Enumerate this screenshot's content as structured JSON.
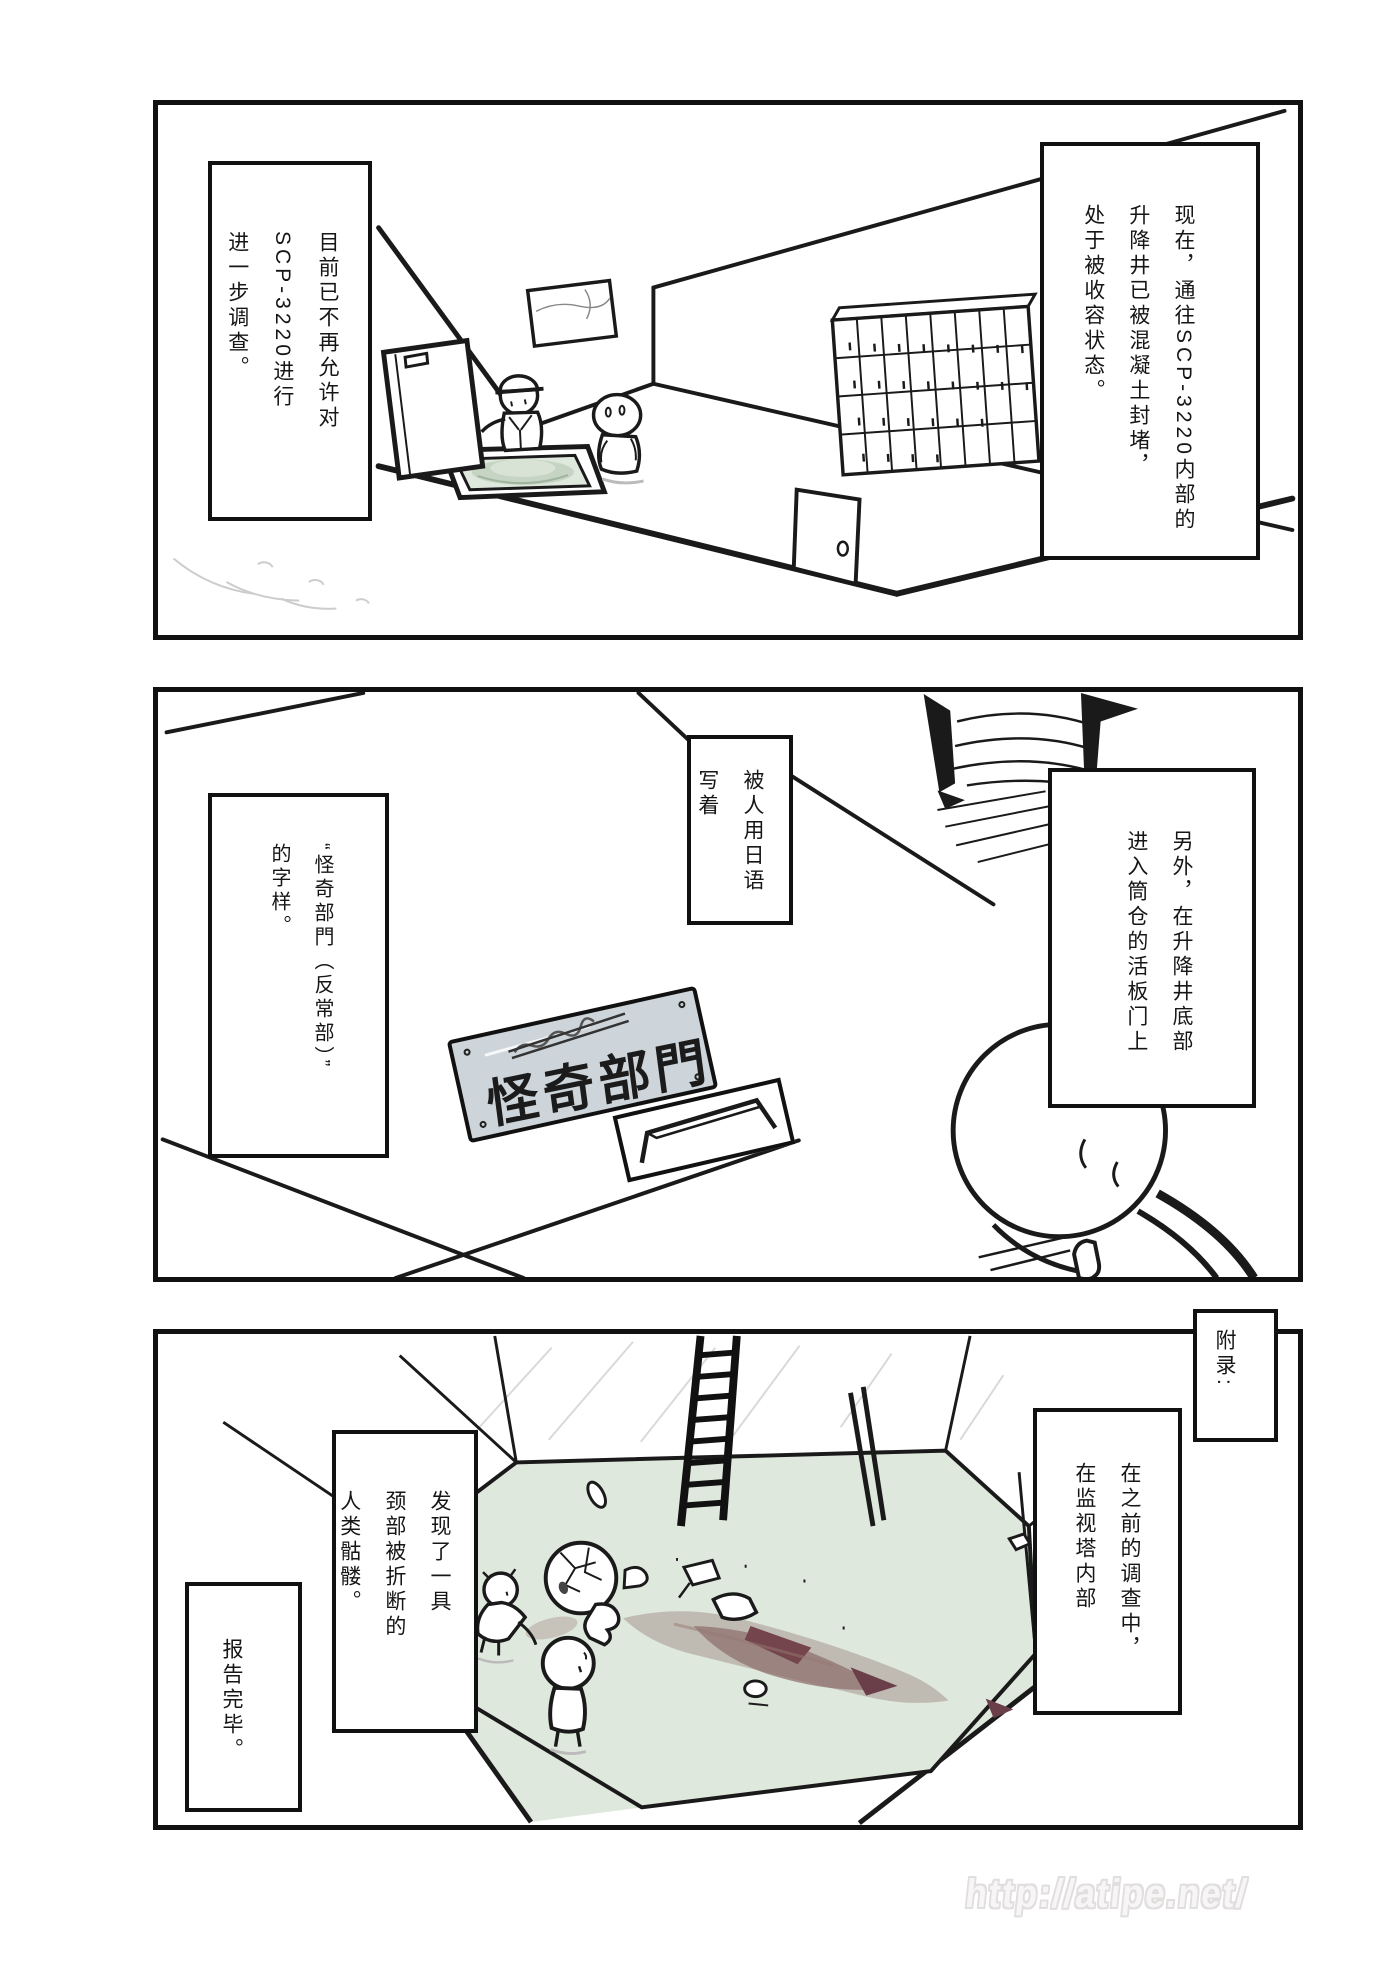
{
  "watermark": {
    "text": "http://atipe.net/"
  },
  "panel1": {
    "box_right": "现在，通往SCP-3220内部的\n升降井已被混凝土封堵，\n处于被收容状态。",
    "box_left": "目前已不再允许对\nSCP-3220进行\n进一步调查。"
  },
  "panel2": {
    "box_right": "另外，在升降井底部\n进入筒仓的活板门上",
    "box_center": "被人用日语\n写着",
    "box_left": "“怪奇部門（反常部）”\n的字样。",
    "plaque_text": "怪奇部門"
  },
  "panel3": {
    "label_appendix": "附录:",
    "box_right": "在之前的调查中，\n在监视塔内部",
    "box_center": "发现了一具\n颈部被折断的\n人类骷髅。",
    "box_left": "报告完毕。"
  }
}
